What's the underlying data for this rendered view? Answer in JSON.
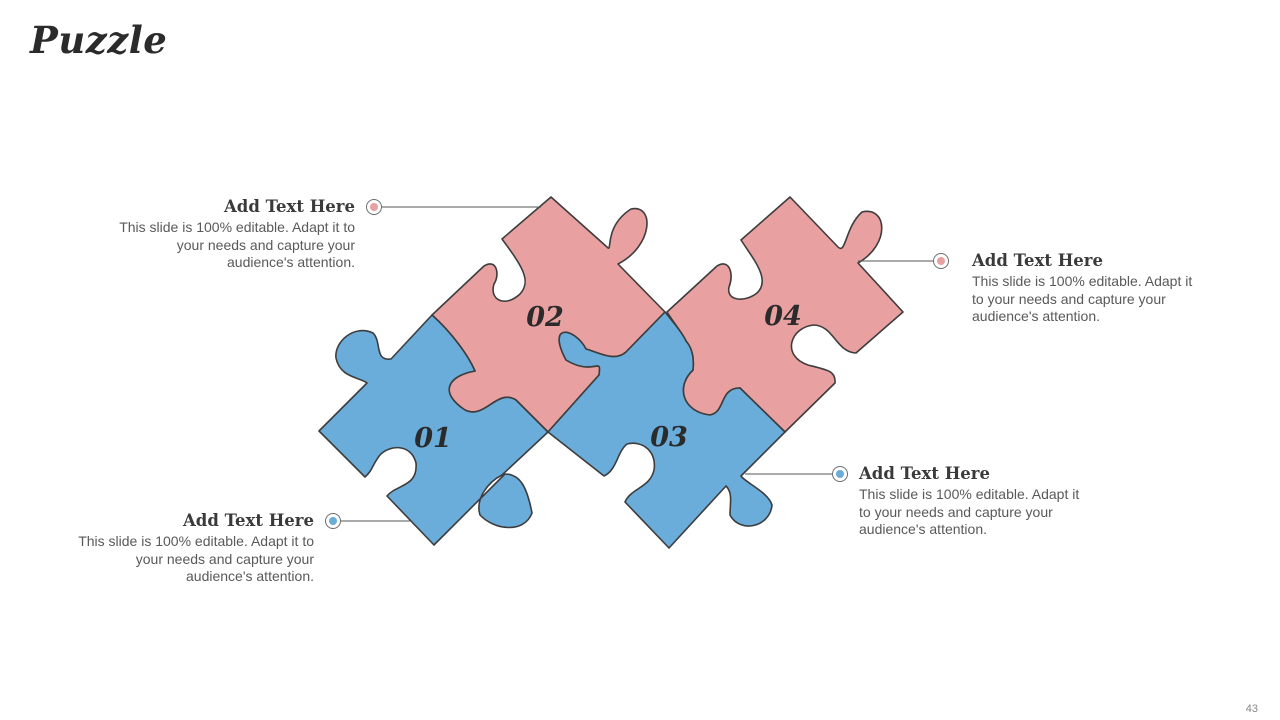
{
  "title": "Puzzle",
  "page_number": "43",
  "colors": {
    "pink": "#E8A0A1",
    "blue": "#6AACDA",
    "outline": "#3d3d3d"
  },
  "pieces": [
    {
      "label": "01",
      "color": "blue"
    },
    {
      "label": "02",
      "color": "pink"
    },
    {
      "label": "03",
      "color": "blue"
    },
    {
      "label": "04",
      "color": "pink"
    }
  ],
  "callouts": [
    {
      "title": "Add Text Here",
      "body": "This slide is 100% editable. Adapt it to your needs and capture your audience's attention.",
      "dot_color": "pink"
    },
    {
      "title": "Add Text Here",
      "body": "This slide is 100% editable. Adapt it to your needs and capture your audience's attention.",
      "dot_color": "pink"
    },
    {
      "title": "Add Text Here",
      "body": "This slide is 100% editable. Adapt it to your needs and capture your audience's attention.",
      "dot_color": "blue"
    },
    {
      "title": "Add Text Here",
      "body": "This slide is 100% editable. Adapt it to your needs and capture your audience's attention.",
      "dot_color": "blue"
    }
  ]
}
